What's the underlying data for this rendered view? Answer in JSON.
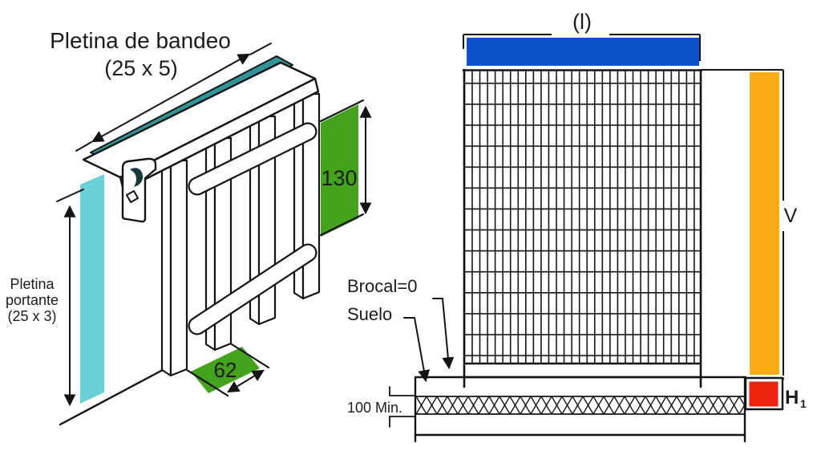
{
  "colors": {
    "teal": "#2e9598",
    "cyan": "#68d0d6",
    "green": "#45a21c",
    "blue": "#0d52cb",
    "orange": "#fbab17",
    "red": "#ee2411",
    "stroke": "#141414",
    "hook_hole": "#16383b"
  },
  "left": {
    "banding_line1": "Pletina de bandeo",
    "banding_line2": "(25 x 5)",
    "support_line1": "Pletina",
    "support_line2": "portante",
    "support_line3": "(25 x 3)",
    "bar_height": "130",
    "bar_spacing": "62"
  },
  "right": {
    "width_dim": "(l)",
    "height_dim": "V",
    "h1": "H",
    "h1_sub": "1",
    "curb": "Brocal=0",
    "ground": "Suelo",
    "min_depth": "100 Min."
  }
}
